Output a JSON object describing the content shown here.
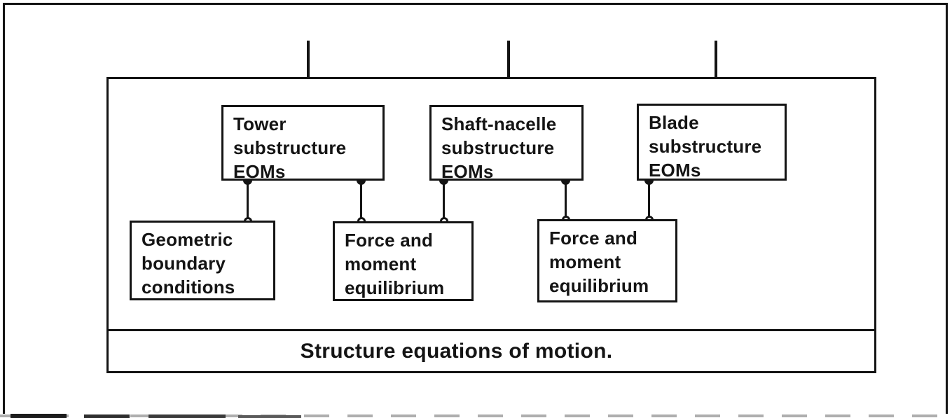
{
  "figure": {
    "type": "block-diagram",
    "background": "#ffffff",
    "line_color": "#141414",
    "footer_label": "Structure equations of motion."
  },
  "nodes": [
    {
      "id": "tower-eoms",
      "label": "Tower\nsubstructure\nEOMs"
    },
    {
      "id": "shaft-nacelle-eoms",
      "label": "Shaft-nacelle\nsubstructure\nEOMs"
    },
    {
      "id": "blade-eoms",
      "label": "Blade\nsubstructure\nEOMs"
    },
    {
      "id": "geometric-bc",
      "label": "Geometric\nboundary\nconditions"
    },
    {
      "id": "force-moment-1",
      "label": "Force and\nmoment\nequilibrium"
    },
    {
      "id": "force-moment-2",
      "label": "Force and\nmoment\nequilibrium"
    }
  ],
  "edges": [
    {
      "from": "tower-eoms",
      "to": "geometric-bc",
      "start_marker": "filled-dot",
      "end_marker": "open-dot"
    },
    {
      "from": "tower-eoms",
      "to": "force-moment-1",
      "start_marker": "filled-dot",
      "end_marker": "open-dot"
    },
    {
      "from": "shaft-nacelle-eoms",
      "to": "force-moment-1",
      "start_marker": "filled-dot",
      "end_marker": "open-dot"
    },
    {
      "from": "shaft-nacelle-eoms",
      "to": "force-moment-2",
      "start_marker": "filled-dot",
      "end_marker": "open-dot"
    },
    {
      "from": "blade-eoms",
      "to": "force-moment-2",
      "start_marker": "filled-dot",
      "end_marker": "open-dot"
    }
  ],
  "external_inputs": [
    {
      "to": "tower-eoms",
      "marker": "down-arrow"
    },
    {
      "to": "shaft-nacelle-eoms",
      "marker": "down-arrow"
    },
    {
      "to": "blade-eoms",
      "marker": "down-arrow"
    }
  ]
}
